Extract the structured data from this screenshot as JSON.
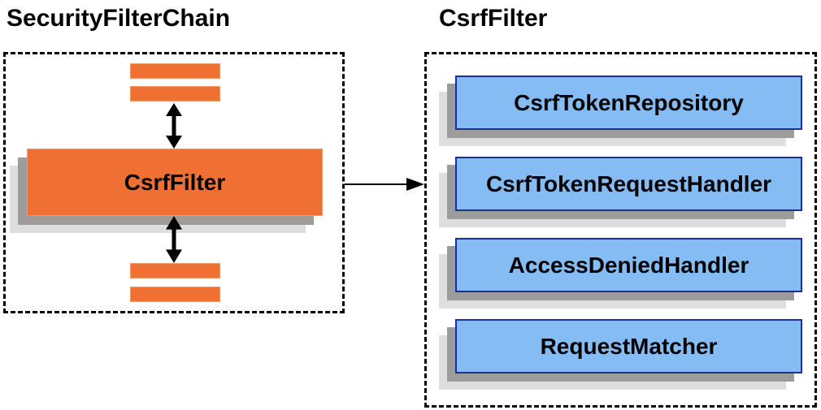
{
  "left_panel": {
    "title": "SecurityFilterChain",
    "filter_box": {
      "label": "CsrfFilter"
    }
  },
  "right_panel": {
    "title": "CsrfFilter",
    "components": [
      {
        "label": "CsrfTokenRepository"
      },
      {
        "label": "CsrfTokenRequestHandler"
      },
      {
        "label": "AccessDeniedHandler"
      },
      {
        "label": "RequestMatcher"
      }
    ]
  },
  "icons": {
    "vertical_arrows": "double-headed-arrow",
    "connector": "right-arrow"
  },
  "colors": {
    "orange": "#F07034",
    "orange_border": "#F59A66",
    "blue_fill": "#85BCF4",
    "blue_border": "#1B2F9E",
    "shadow_dark": "#9C9C9C",
    "shadow_light": "#DEDEDE",
    "arrow": "#000000",
    "bg": "#FFFFFF",
    "text": "#000000"
  }
}
